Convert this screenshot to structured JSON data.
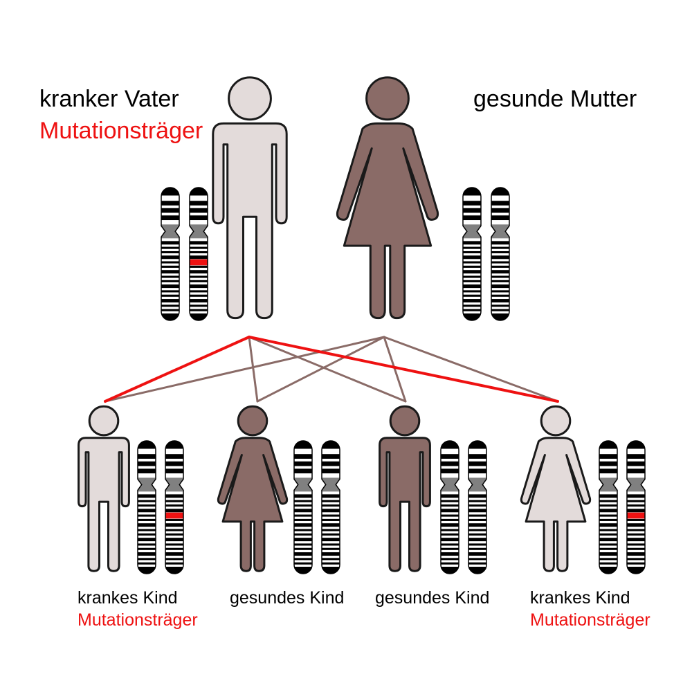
{
  "colors": {
    "affected": "#e3dbda",
    "healthy": "#8a6b67",
    "outline": "#1a1a1a",
    "mutation": "#ee1111",
    "healthy_line": "#8a6b67",
    "mutation_line": "#ee1111",
    "mutation_text": "#ee1111",
    "text": "#000000",
    "band_dark": "#000000",
    "band_light": "#ffffff",
    "centromere": "#808080"
  },
  "parents": {
    "father": {
      "label": "kranker Vater",
      "status": "Mutationsträger",
      "sex": "male",
      "affected": true,
      "carries_mutation": true
    },
    "mother": {
      "label": "gesunde Mutter",
      "sex": "female",
      "affected": false,
      "carries_mutation": false
    }
  },
  "children": [
    {
      "label": "krankes Kind",
      "status": "Mutationsträger",
      "sex": "male",
      "affected": true,
      "carries_mutation": true
    },
    {
      "label": "gesundes Kind",
      "status": "",
      "sex": "female",
      "affected": false,
      "carries_mutation": false
    },
    {
      "label": "gesundes Kind",
      "status": "",
      "sex": "male",
      "affected": false,
      "carries_mutation": false
    },
    {
      "label": "krankes Kind",
      "status": "Mutationsträger",
      "sex": "female",
      "affected": true,
      "carries_mutation": true
    }
  ],
  "inheritance_lines": [
    {
      "from": "father",
      "to_child": 0,
      "kind": "mutation"
    },
    {
      "from": "father",
      "to_child": 1,
      "kind": "normal"
    },
    {
      "from": "father",
      "to_child": 2,
      "kind": "normal"
    },
    {
      "from": "father",
      "to_child": 3,
      "kind": "mutation"
    },
    {
      "from": "mother",
      "to_child": 0,
      "kind": "normal"
    },
    {
      "from": "mother",
      "to_child": 1,
      "kind": "normal"
    },
    {
      "from": "mother",
      "to_child": 2,
      "kind": "normal"
    },
    {
      "from": "mother",
      "to_child": 3,
      "kind": "normal"
    }
  ]
}
